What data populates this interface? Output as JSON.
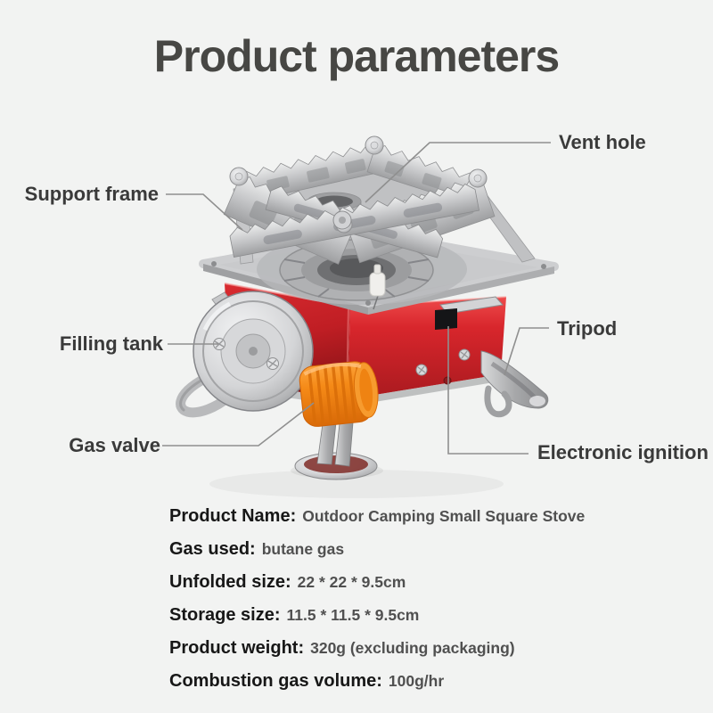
{
  "title": "Product parameters",
  "callouts": [
    {
      "id": "vent-hole",
      "label": "Vent hole"
    },
    {
      "id": "support-frame",
      "label": "Support frame"
    },
    {
      "id": "filling-tank",
      "label": "Filling tank"
    },
    {
      "id": "tripod",
      "label": "Tripod"
    },
    {
      "id": "gas-valve",
      "label": "Gas valve"
    },
    {
      "id": "electronic-ignition",
      "label": "Electronic ignition"
    }
  ],
  "specs": [
    {
      "label": "Product Name:",
      "value": "Outdoor Camping Small Square Stove"
    },
    {
      "label": "Gas used:",
      "value": "butane gas"
    },
    {
      "label": "Unfolded size:",
      "value": "22 * 22 * 9.5cm"
    },
    {
      "label": "Storage size:",
      "value": "11.5 * 11.5 * 9.5cm"
    },
    {
      "label": "Product weight:",
      "value": "320g (excluding packaging)"
    },
    {
      "label": "Combustion gas volume:",
      "value": "100g/hr"
    }
  ],
  "colors": {
    "background": "#f2f3f2",
    "title_text": "#474744",
    "label_text": "#3a3a3a",
    "spec_label_text": "#171717",
    "spec_value_text": "#505050",
    "callout_line": "#8f8f8f",
    "body_red": "#d0232a",
    "knob_orange": "#f58a17",
    "steel_silver": "#c6c7c9"
  }
}
